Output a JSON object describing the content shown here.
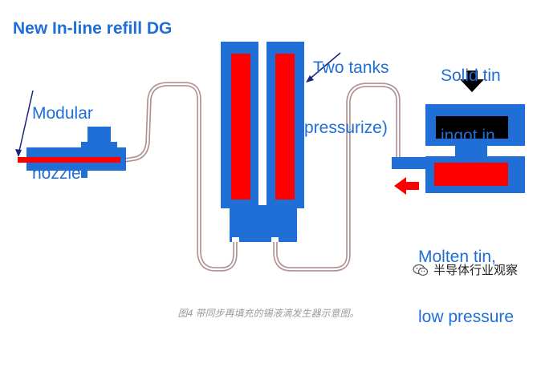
{
  "title": "New In-line refill DG",
  "labels": {
    "nozzle_line1": "Modular",
    "nozzle_line2": "nozzle",
    "tanks_line1": "Two tanks",
    "tanks_line2": "(pressurize)",
    "solid_line1": "Solid tin",
    "solid_line2": "ingot in",
    "molten_line1": "Molten tin,",
    "molten_line2": "low pressure"
  },
  "watermark": {
    "text": "半导体行业观察",
    "icon": "wechat-icon"
  },
  "caption": "图4 带同步再填充的锡液滴发生器示意图。",
  "colors": {
    "text_blue": "#1f6fd6",
    "body_blue": "#1f6fd6",
    "heater_red": "#ff0000",
    "ingot_black": "#000000",
    "pipe_outline": "#c8a7a7",
    "arrow_dark_blue": "#1a237e",
    "arrow_red": "#ff0000"
  }
}
